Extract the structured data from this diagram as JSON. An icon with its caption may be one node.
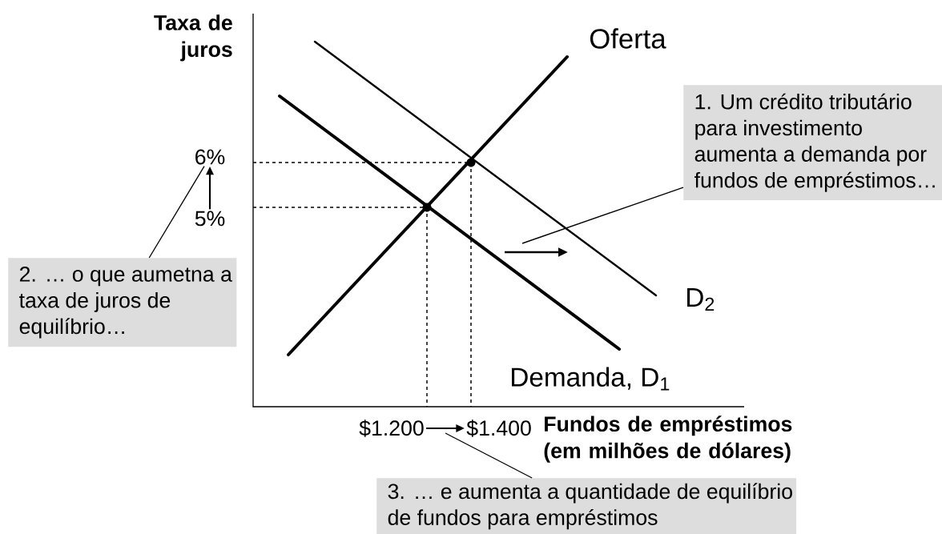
{
  "diagram": {
    "nodes": [
      {
        "text": [
          "1. Um crédito tributário para investimento aumenta a demanda por fundos de empréstimos…"
        ]
      },
      {
        "text": [
          "2. … o que aumetna a taxa de juros de equilíbrio…"
        ]
      },
      {
        "text": [
          "3. … e aumenta a quantidade de equilíbrio de fundos para empréstimos"
        ]
      },
      {
        "text": [
          "6%"
        ]
      },
      {
        "text": [
          "5%"
        ]
      },
      {
        "text": [
          "$1.200"
        ]
      },
      {
        "text": [
          "$1.400"
        ]
      }
    ],
    "edges": [
      {
        "from": 0,
        "to": null,
        "arrow": "none"
      },
      {
        "from": 1,
        "to": 3,
        "arrow": "none"
      },
      {
        "from": 2,
        "to": null,
        "arrow": "none"
      },
      {
        "from": 4,
        "to": 3,
        "arrow": "to"
      },
      {
        "from": 5,
        "to": 6,
        "arrow": "to"
      }
    ],
    "labels": [
      "Taxa de juros",
      "Oferta",
      "D$_{2}$",
      "Demanda, D$_{1}$",
      "Fundos de empréstimos (em milhões de dólares)"
    ]
  }
}
